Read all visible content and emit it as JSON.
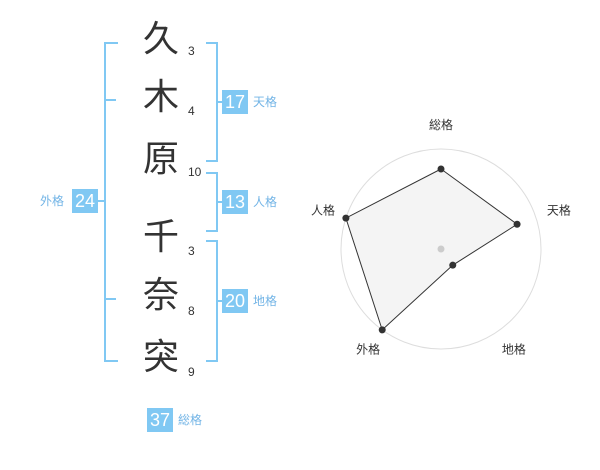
{
  "characters": [
    {
      "char": "久",
      "strokes": "3"
    },
    {
      "char": "木",
      "strokes": "4"
    },
    {
      "char": "原",
      "strokes": "10"
    },
    {
      "char": "千",
      "strokes": "3"
    },
    {
      "char": "奈",
      "strokes": "8"
    },
    {
      "char": "突",
      "strokes": "9"
    }
  ],
  "fortune": {
    "tenkaku": {
      "value": "17",
      "label": "天格"
    },
    "jinkaku": {
      "value": "13",
      "label": "人格"
    },
    "chikaku": {
      "value": "20",
      "label": "地格"
    },
    "gaikaku": {
      "value": "24",
      "label": "外格"
    },
    "soukaku": {
      "value": "37",
      "label": "総格"
    }
  },
  "radar": {
    "axes": [
      "総格",
      "天格",
      "地格",
      "外格",
      "人格"
    ],
    "levels": [
      4,
      4,
      1,
      5,
      5
    ],
    "max": 5,
    "colors": {
      "fill": "#f2f2f2",
      "ring": "#dddddd",
      "line": "#333333",
      "point": "#333333",
      "center": "#cccccc"
    }
  }
}
